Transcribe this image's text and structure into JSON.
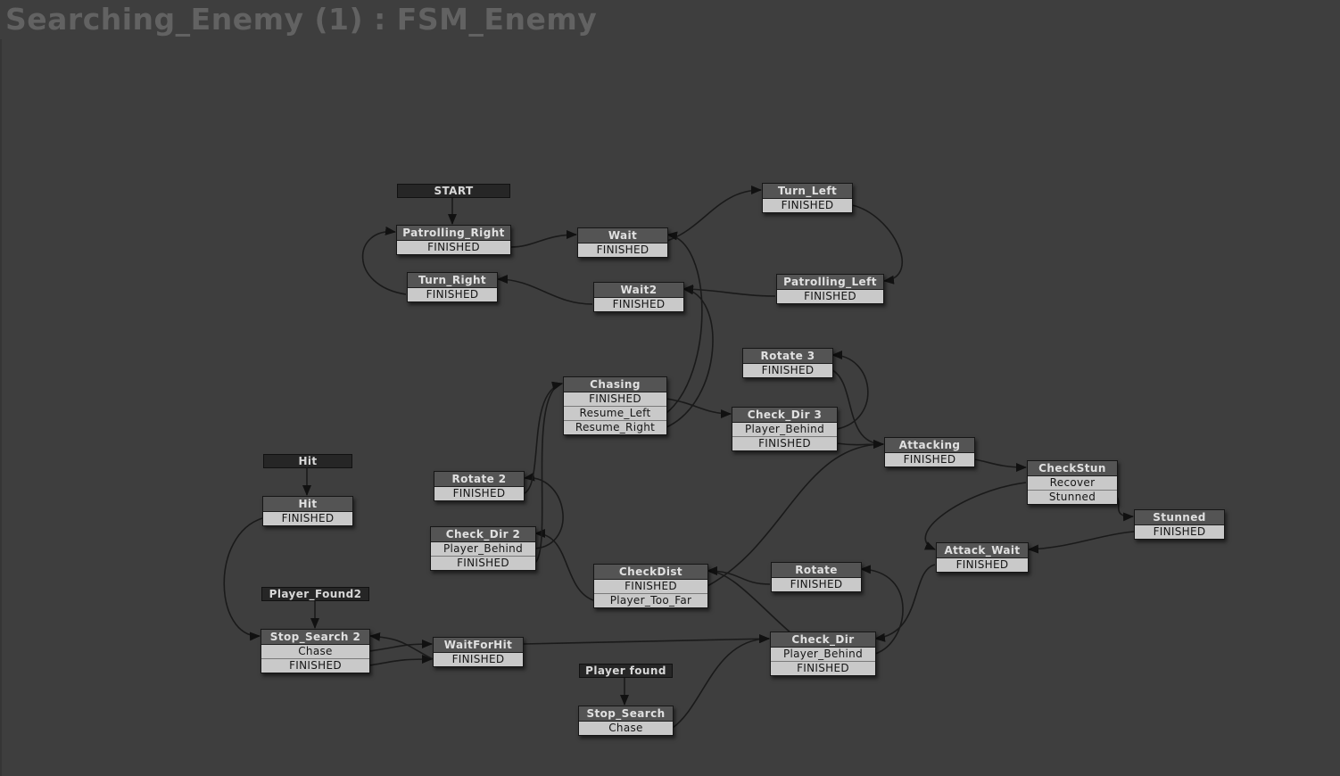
{
  "title": "Searching_Enemy (1) : FSM_Enemy",
  "global_events": [
    {
      "id": "ge-start",
      "label": "START"
    },
    {
      "id": "ge-hit",
      "label": "Hit"
    },
    {
      "id": "ge-player-found2",
      "label": "Player_Found2"
    },
    {
      "id": "ge-player-found",
      "label": "Player found"
    }
  ],
  "states": [
    {
      "id": "patrolling-right",
      "name": "Patrolling_Right",
      "events": [
        "FINISHED"
      ]
    },
    {
      "id": "wait",
      "name": "Wait",
      "events": [
        "FINISHED"
      ]
    },
    {
      "id": "turn-left",
      "name": "Turn_Left",
      "events": [
        "FINISHED"
      ]
    },
    {
      "id": "turn-right",
      "name": "Turn_Right",
      "events": [
        "FINISHED"
      ]
    },
    {
      "id": "wait2",
      "name": "Wait2",
      "events": [
        "FINISHED"
      ]
    },
    {
      "id": "patrolling-left",
      "name": "Patrolling_Left",
      "events": [
        "FINISHED"
      ]
    },
    {
      "id": "rotate-3",
      "name": "Rotate 3",
      "events": [
        "FINISHED"
      ]
    },
    {
      "id": "chasing",
      "name": "Chasing",
      "events": [
        "FINISHED",
        "Resume_Left",
        "Resume_Right"
      ]
    },
    {
      "id": "check-dir-3",
      "name": "Check_Dir 3",
      "events": [
        "Player_Behind",
        "FINISHED"
      ]
    },
    {
      "id": "attacking",
      "name": "Attacking",
      "events": [
        "FINISHED"
      ]
    },
    {
      "id": "checkstun",
      "name": "CheckStun",
      "events": [
        "Recover",
        "Stunned"
      ]
    },
    {
      "id": "stunned",
      "name": "Stunned",
      "events": [
        "FINISHED"
      ]
    },
    {
      "id": "hit",
      "name": "Hit",
      "events": [
        "FINISHED"
      ]
    },
    {
      "id": "rotate-2",
      "name": "Rotate 2",
      "events": [
        "FINISHED"
      ]
    },
    {
      "id": "check-dir-2",
      "name": "Check_Dir 2",
      "events": [
        "Player_Behind",
        "FINISHED"
      ]
    },
    {
      "id": "attack-wait",
      "name": "Attack_Wait",
      "events": [
        "FINISHED"
      ]
    },
    {
      "id": "rotate",
      "name": "Rotate",
      "events": [
        "FINISHED"
      ]
    },
    {
      "id": "checkdist",
      "name": "CheckDist",
      "events": [
        "FINISHED",
        "Player_Too_Far"
      ]
    },
    {
      "id": "stop-search-2",
      "name": "Stop_Search 2",
      "events": [
        "Chase",
        "FINISHED"
      ]
    },
    {
      "id": "waitforhit",
      "name": "WaitForHit",
      "events": [
        "FINISHED"
      ]
    },
    {
      "id": "check-dir",
      "name": "Check_Dir",
      "events": [
        "Player_Behind",
        "FINISHED"
      ]
    },
    {
      "id": "stop-search",
      "name": "Stop_Search",
      "events": [
        "Chase"
      ]
    }
  ],
  "colors": {
    "background": "#3e3e3e",
    "title": "#626262",
    "state_header": "#545454",
    "state_event": "#c9c9c9",
    "global_event": "#262626",
    "edge": "#1a1a1a"
  }
}
